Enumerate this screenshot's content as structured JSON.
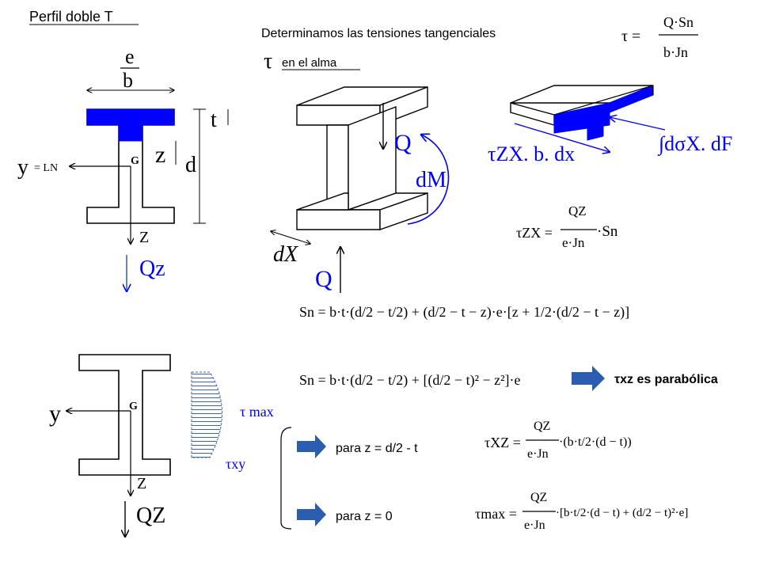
{
  "title": "Perfil doble T",
  "intro": {
    "line1": "Determinamos las tensiones tangenciales",
    "tau": "τ",
    "line2": "en el alma"
  },
  "section_top": {
    "e": "e",
    "b": "b",
    "t": "t",
    "z": "z",
    "d": "d",
    "G": "G",
    "y_axis": "y",
    "ln": "= LN",
    "z_axis": "Z",
    "shear": "Qz"
  },
  "beam_3d": {
    "Q_top": "Q",
    "dM": "dM",
    "dX": "dX",
    "Q_bottom": "Q"
  },
  "slice_3d": {
    "tau_label": "τZX. b. dx",
    "integral_label": "∫dσX. dF"
  },
  "section_bottom": {
    "y_axis": "y",
    "G": "G",
    "z_axis": "Z",
    "shear": "QZ",
    "tau_max": "τ max",
    "tau_xy": "τxy"
  },
  "formulas": {
    "jourawski": {
      "lhs": "τ =",
      "num": "Q·Sn",
      "den": "b·Jn"
    },
    "tau_zx": {
      "lhs": "τZX =",
      "num": "QZ",
      "den": "e·Jn",
      "tail": "·Sn"
    },
    "sn_1": "Sn = b·t·(d/2 − t/2) + (d/2 − t − z)·e·[z + 1/2·(d/2 − t − z)]",
    "sn_2": "Sn = b·t·(d/2 − t/2) + [(d/2 − t)² − z²]·e",
    "tau_xz_at": {
      "lhs": "τXZ =",
      "num": "QZ",
      "den": "e·Jn",
      "tail": "·(b·t/2·(d − t))"
    },
    "tau_max": {
      "lhs": "τmax =",
      "num": "QZ",
      "den": "e·Jn",
      "tail": "·[b·t/2·(d − t) + (d/2 − t)²·e]"
    }
  },
  "conclusions": {
    "parabolic": "τxz es parabólica",
    "case1": "para z = d/2 - t",
    "case2": "para z = 0"
  },
  "colors": {
    "accent_blue": "#0000ff",
    "arrow_blue": "#2a5db0",
    "hatch_blue": "#3c64c8"
  }
}
